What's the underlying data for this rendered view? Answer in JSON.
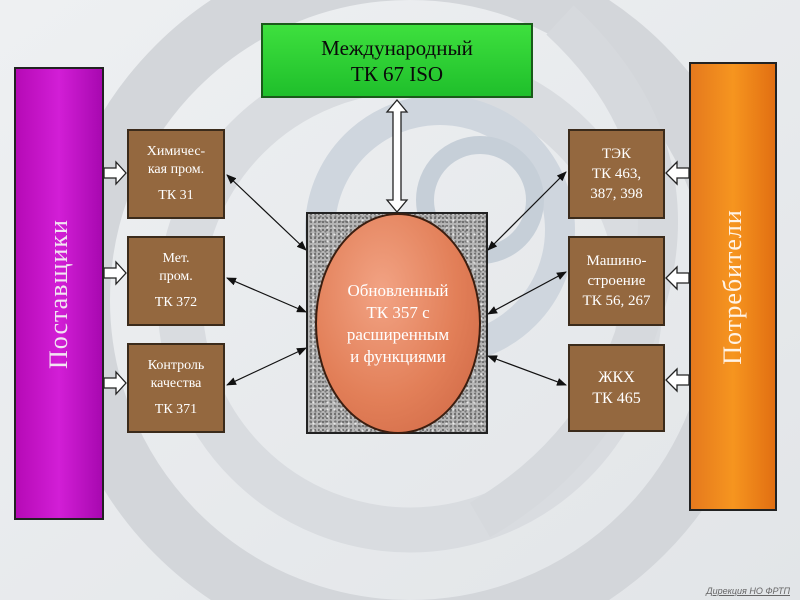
{
  "top_box": {
    "line1": "Международный",
    "line2": "ТК 67 ISO"
  },
  "suppliers": {
    "label": "Поставщики"
  },
  "consumers": {
    "label": "Потребители"
  },
  "left_boxes": [
    {
      "line1": "Химичес-",
      "line2": "кая пром.",
      "code": "ТК 31"
    },
    {
      "line1": "Мет.",
      "line2": "пром.",
      "code": "ТК 372"
    },
    {
      "line1": "Контроль",
      "line2": "качества",
      "code": "ТК 371"
    }
  ],
  "right_boxes": [
    {
      "line1": "ТЭК",
      "line2": "ТК 463,",
      "line3": "387, 398"
    },
    {
      "line1": "Машино-",
      "line2": "строение",
      "line3": "ТК 56, 267"
    },
    {
      "line1": "ЖКХ",
      "line2": "ТК 465"
    }
  ],
  "center": {
    "line1": "Обновленный",
    "line2": "ТК 357 с",
    "line3": "расширенным",
    "line4": "и функциями"
  },
  "footer": "Дирекция НО ФРТП",
  "colors": {
    "green_box": "#2ed23a",
    "suppliers": "#c012c4",
    "consumers": "#f08418",
    "brown_box": "#94683f",
    "ellipse": "#e27f58"
  }
}
